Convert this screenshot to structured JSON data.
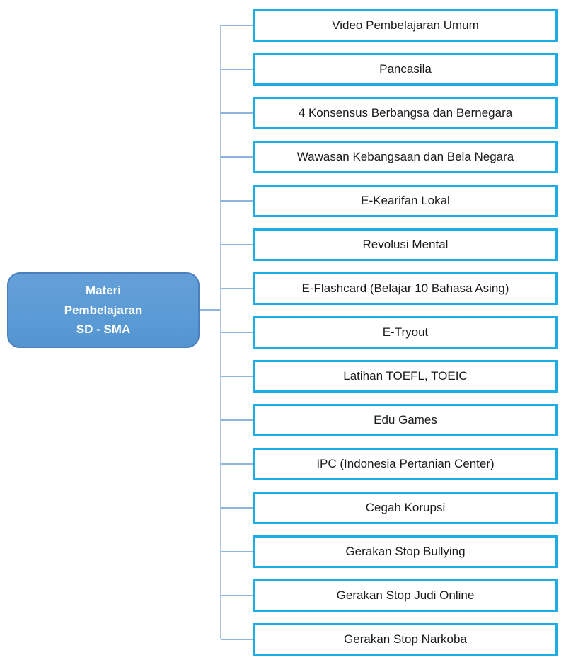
{
  "diagram": {
    "root": {
      "label": "Materi\nPembelajaran\nSD - SMA"
    },
    "children": [
      "Video Pembelajaran Umum",
      "Pancasila",
      "4 Konsensus Berbangsa dan Bernegara",
      "Wawasan Kebangsaan dan Bela Negara",
      "E-Kearifan Lokal",
      "Revolusi Mental",
      "E-Flashcard (Belajar 10 Bahasa Asing)",
      "E-Tryout",
      "Latihan TOEFL, TOEIC",
      "Edu Games",
      "IPC (Indonesia Pertanian Center)",
      "Cegah Korupsi",
      "Gerakan Stop Bullying",
      "Gerakan Stop Judi Online",
      "Gerakan Stop Narkoba"
    ],
    "colors": {
      "root_fill": "#5B9BD5",
      "root_border": "#4A80BD",
      "root_text": "#FFFFFF",
      "child_border": "#1CADE4",
      "connector": "#A9C6E6",
      "text": "#1A1A1A"
    }
  }
}
